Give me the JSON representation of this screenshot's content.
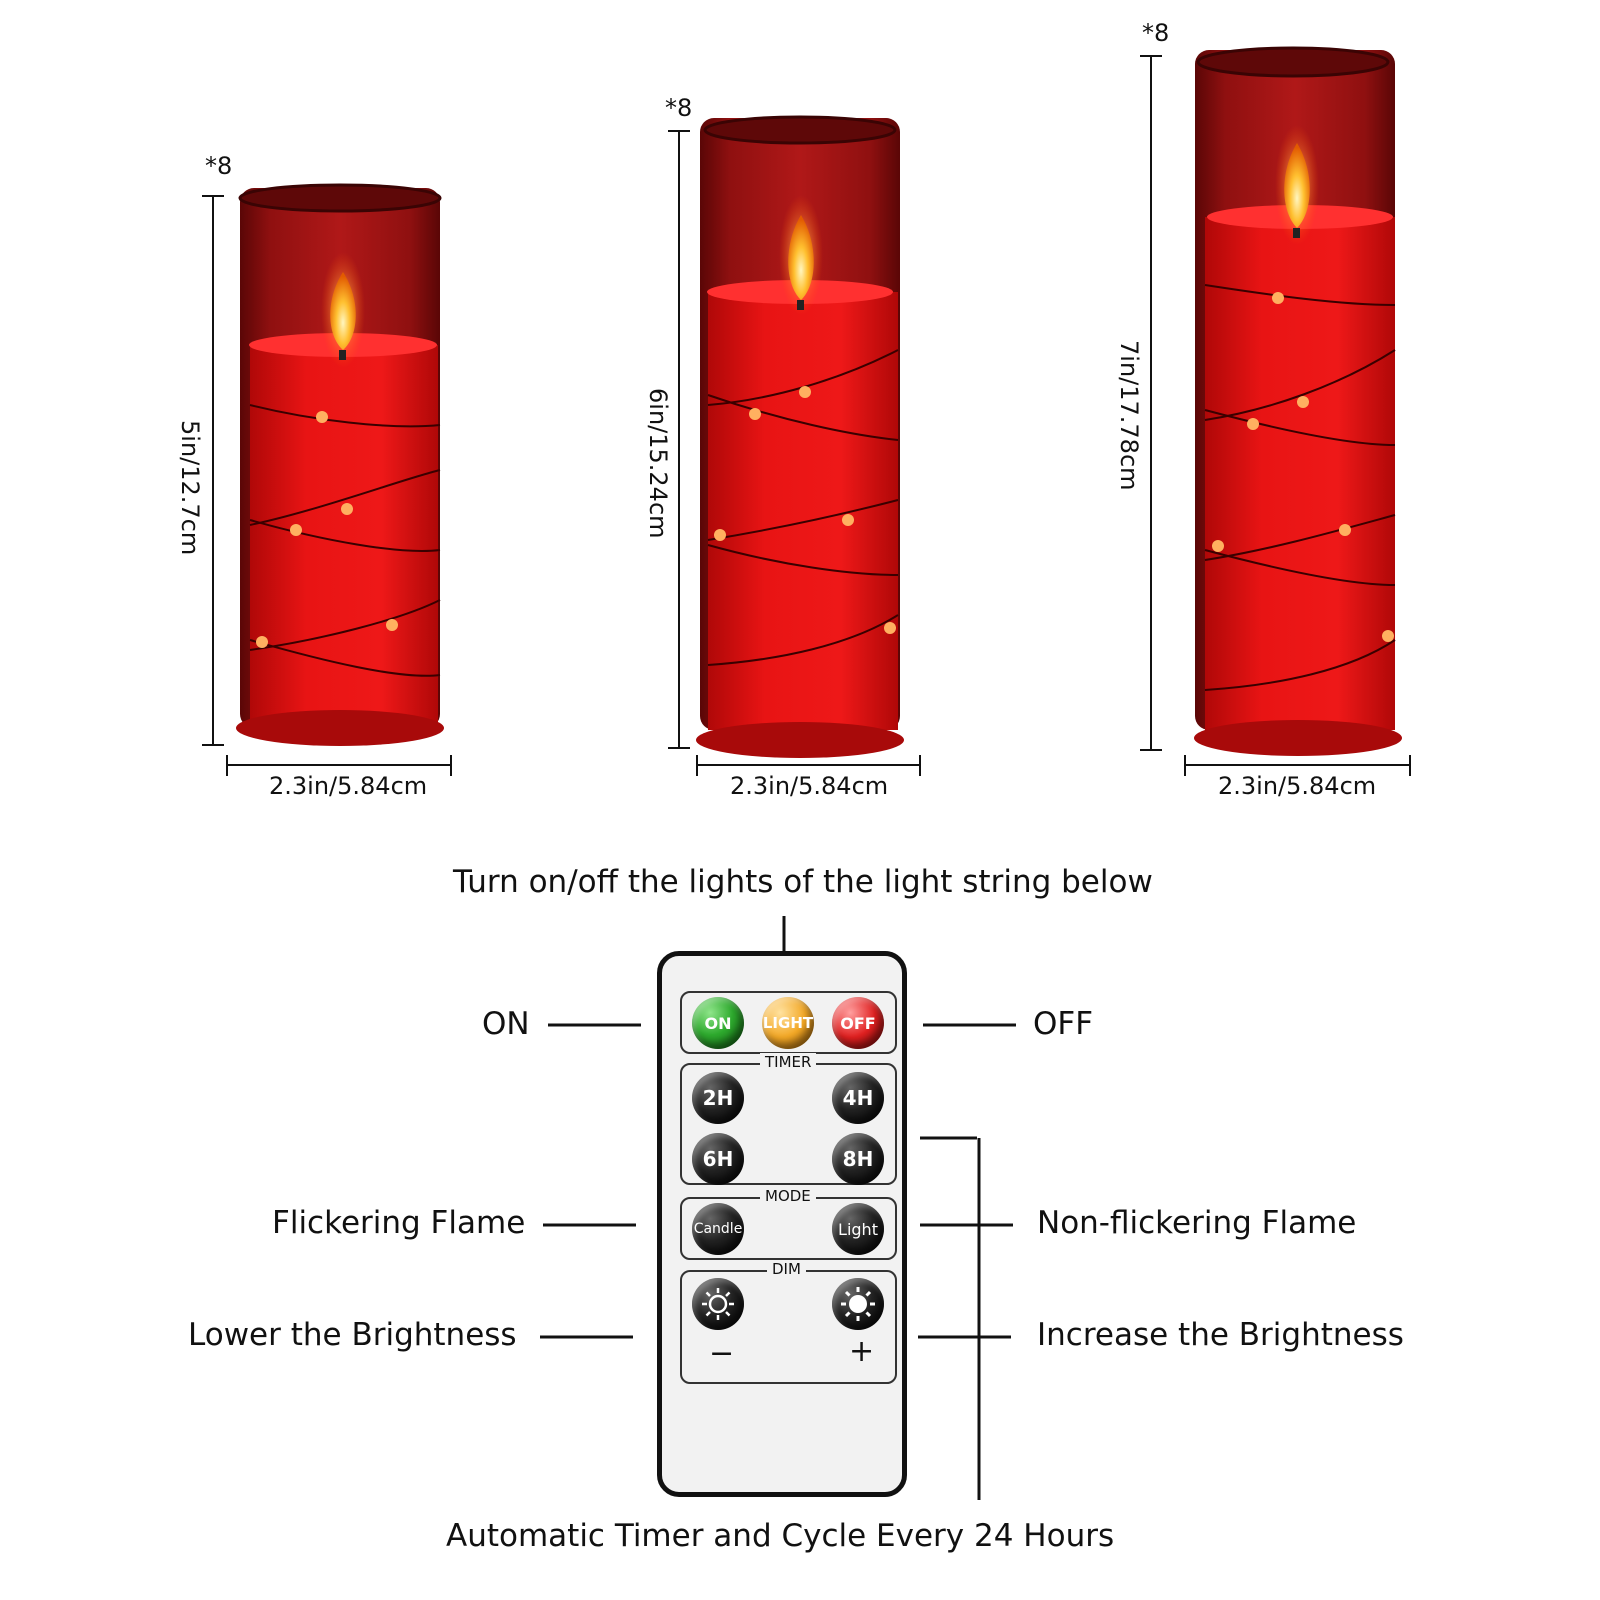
{
  "candles": [
    {
      "height_label": "5in/12.7cm",
      "width_label": "2.3in/5.84cm",
      "quantity": "*8"
    },
    {
      "height_label": "6in/15.24cm",
      "width_label": "2.3in/5.84cm",
      "quantity": "*8"
    },
    {
      "height_label": "7in/17.78cm",
      "width_label": "2.3in/5.84cm",
      "quantity": "*8"
    }
  ],
  "callouts": {
    "top": "Turn on/off the lights of the light string below",
    "on": "ON",
    "off": "OFF",
    "flicker": "Flickering Flame",
    "non_flicker": "Non-flickering Flame",
    "lower": "Lower the Brightness",
    "increase": "Increase the Brightness",
    "bottom": "Automatic Timer and Cycle Every 24 Hours"
  },
  "remote": {
    "power": {
      "on": "ON",
      "light": "LIGHT",
      "off": "OFF"
    },
    "timer": {
      "title": "TIMER",
      "b2": "2H",
      "b4": "4H",
      "b6": "6H",
      "b8": "8H"
    },
    "mode": {
      "title": "MODE",
      "candle": "Candle",
      "light": "Light"
    },
    "dim": {
      "title": "DIM",
      "minus": "−",
      "plus": "+"
    }
  },
  "colors": {
    "candle_red": "#e01010",
    "glass_red": "#8a1010",
    "flame": "#ffb020"
  }
}
